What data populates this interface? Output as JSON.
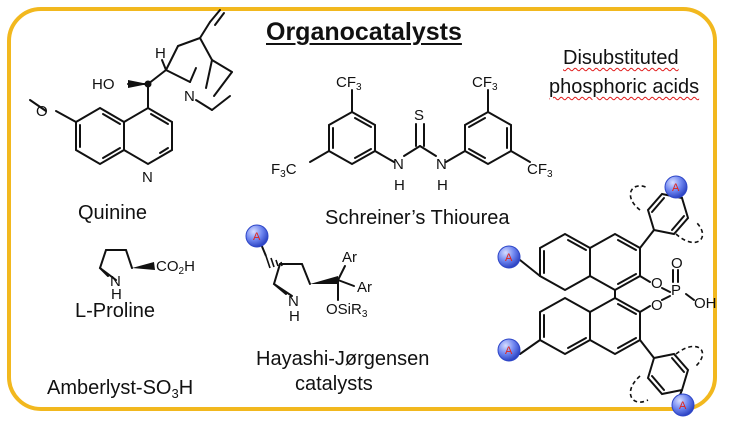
{
  "title": "Organocatalysts",
  "labels": {
    "quinine": "Quinine",
    "proline": "L-Proline",
    "amberlyst_main": "Amberlyst-SO",
    "amberlyst_sub": "3",
    "amberlyst_end": "H",
    "thiourea": "Schreiner’s Thiourea",
    "hayashi_line1": "Hayashi-Jørgensen",
    "hayashi_line2": "catalysts",
    "phosphoric_line1": "Disubstituted",
    "phosphoric_line2": "phosphoric acids"
  },
  "atoms": {
    "ho": "HO",
    "h": "H",
    "n": "N",
    "o": "O",
    "cf3": "CF",
    "cf3_sub": "3",
    "f3c_f": "F",
    "f3c_sub": "3",
    "f3c_c": "C",
    "s": "S",
    "co2h_co": "CO",
    "co2h_sub": "2",
    "co2h_h": "H",
    "ar": "Ar",
    "osir3_main": "OSiR",
    "osir3_sub": "3",
    "p": "P",
    "oh": "OH",
    "a": "A"
  },
  "colors": {
    "border": "#f2b81e",
    "wavy_underline": "#e01818",
    "a_ball": "#4a63e8",
    "a_letter": "#e0241b"
  }
}
